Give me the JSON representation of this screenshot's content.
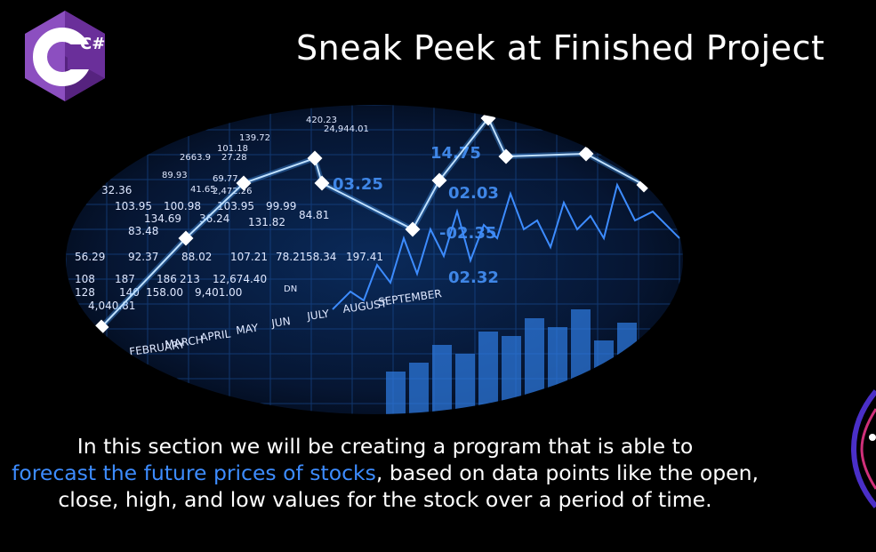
{
  "logo": {
    "glyph": "C#"
  },
  "title": "Sneak Peek at Finished Project",
  "hero": {
    "months": [
      "FEBRUARY",
      "MARCH",
      "APRIL",
      "MAY",
      "JUN",
      "JULY",
      "AUGUST",
      "SEPTEMBER"
    ],
    "numbers": [
      "32.36",
      "103.95",
      "100.98",
      "103.95",
      "99.99",
      "84.81",
      "134.69",
      "36.24",
      "131.82",
      "83.48",
      "56.29",
      "92.37",
      "88.02",
      "107.21",
      "78.21",
      "58.34",
      "197.41",
      "108",
      "187",
      "186",
      "213",
      "12,674.40",
      "128",
      "140",
      "158.00",
      "9,401.00",
      "4,040.81",
      "89.93",
      "41.65",
      "69.77",
      "2,472.26",
      "139.72",
      "101.18",
      "2663.9",
      "27.28",
      "420.23",
      "24,944.01",
      "DN"
    ],
    "tags": [
      "03.25",
      "02.03",
      "-02.35",
      "02.32",
      "14.75"
    ]
  },
  "description": {
    "part1": "In this section we will be creating a program that is able to",
    "highlight": "forecast the future prices of stocks",
    "part2": ", based on data points like the open, close, high, and low values for the stock over a period of time."
  },
  "colors": {
    "background": "#000000",
    "highlight": "#3d8cff",
    "logo_purple": "#7a3fa8",
    "hero_blue": "#1e6ad6"
  }
}
